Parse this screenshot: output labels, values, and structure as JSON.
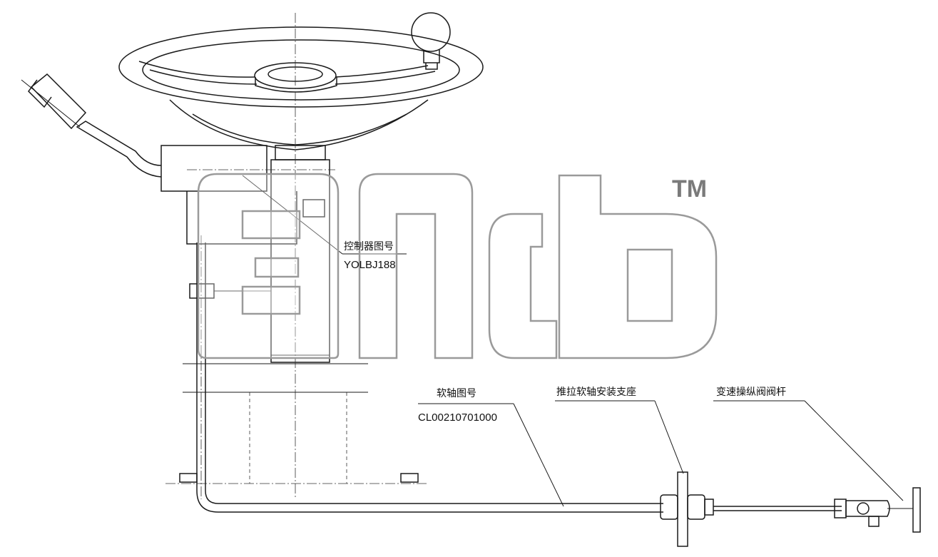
{
  "labels": {
    "controller_title": "控制器图号",
    "controller_code": "YOLBJ188",
    "cable_title": "软轴图号",
    "cable_code": "CL00210701000",
    "bracket_title": "推拉软轴安装支座",
    "lever_title": "变速操纵阀阀杆"
  },
  "watermark": {
    "trademark": "TM"
  },
  "colors": {
    "line": "#1a1a1a",
    "watermark": "#9a9a9a"
  }
}
